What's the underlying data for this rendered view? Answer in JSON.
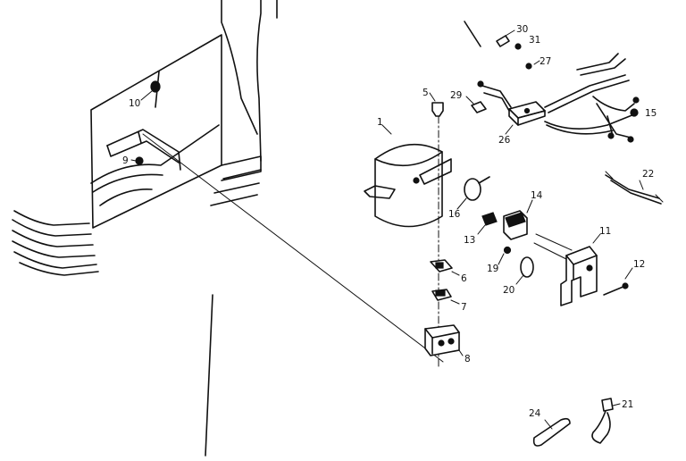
{
  "parts": [
    {
      "id": "p1",
      "label": "1"
    },
    {
      "id": "p5",
      "label": "5"
    },
    {
      "id": "p6",
      "label": "6"
    },
    {
      "id": "p7",
      "label": "7"
    },
    {
      "id": "p8",
      "label": "8"
    },
    {
      "id": "p9",
      "label": "9"
    },
    {
      "id": "p10",
      "label": "10"
    },
    {
      "id": "p11",
      "label": "11"
    },
    {
      "id": "p12",
      "label": "12"
    },
    {
      "id": "p13",
      "label": "13"
    },
    {
      "id": "p14",
      "label": "14"
    },
    {
      "id": "p15",
      "label": "15"
    },
    {
      "id": "p16",
      "label": "16"
    },
    {
      "id": "p19",
      "label": "19"
    },
    {
      "id": "p20",
      "label": "20"
    },
    {
      "id": "p21",
      "label": "21"
    },
    {
      "id": "p22",
      "label": "22"
    },
    {
      "id": "p24",
      "label": "24"
    },
    {
      "id": "p26",
      "label": "26"
    },
    {
      "id": "p27",
      "label": "27"
    },
    {
      "id": "p29",
      "label": "29"
    },
    {
      "id": "p30",
      "label": "30"
    },
    {
      "id": "p31",
      "label": "31"
    }
  ]
}
